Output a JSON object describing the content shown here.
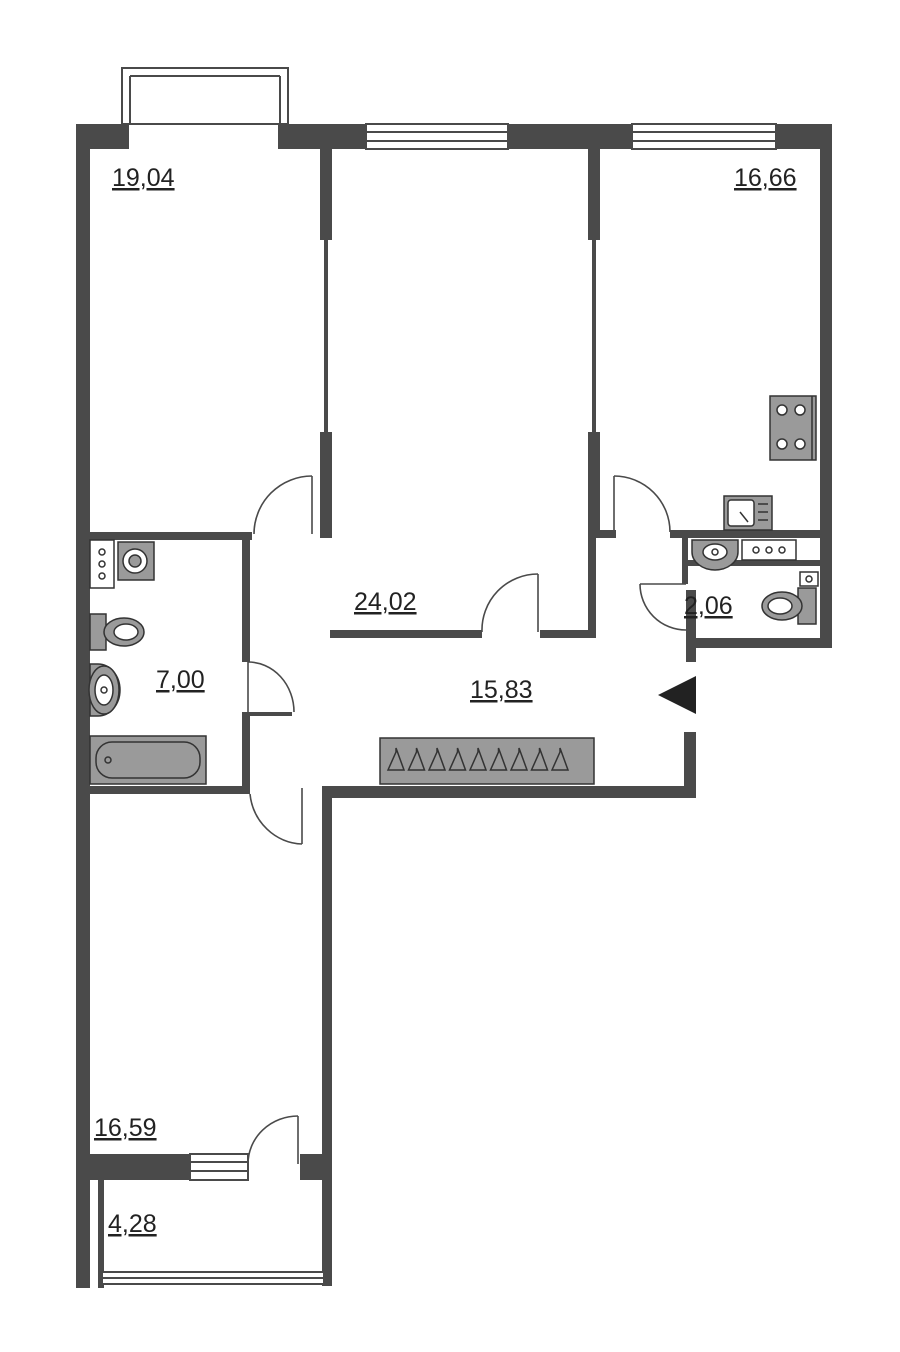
{
  "rooms": [
    {
      "id": "room-top-left",
      "area": "19,04"
    },
    {
      "id": "room-top-middle",
      "area": "24,02"
    },
    {
      "id": "room-top-right-kitchen",
      "area": "16,66"
    },
    {
      "id": "bathroom",
      "area": "7,00"
    },
    {
      "id": "hallway",
      "area": "15,83"
    },
    {
      "id": "wc",
      "area": "2,06"
    },
    {
      "id": "room-bottom-left",
      "area": "16,59"
    },
    {
      "id": "balcony",
      "area": "4,28"
    }
  ],
  "colors": {
    "wall": "#4a4a4a",
    "fixture": "#9a9a9a",
    "background": "#ffffff"
  },
  "icons": [
    "window-icon",
    "door-swing-icon",
    "stove-icon",
    "kitchen-sink-icon",
    "washbasin-icon",
    "toilet-icon",
    "bathtub-icon",
    "washing-machine-icon",
    "wardrobe-hangers-icon",
    "entrance-arrow-icon"
  ]
}
